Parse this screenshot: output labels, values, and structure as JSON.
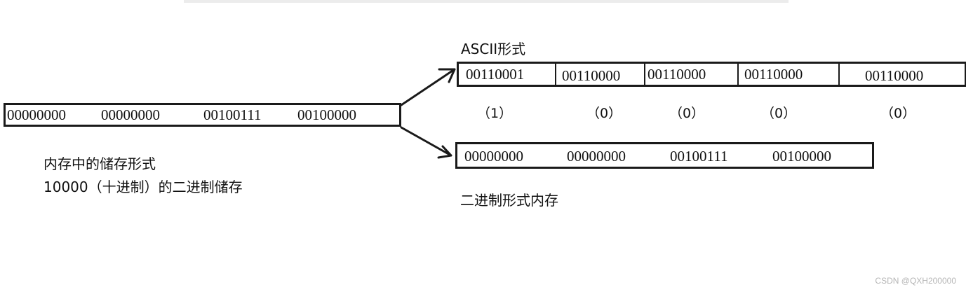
{
  "left_memory": {
    "bytes": [
      "00000000",
      "00000000",
      "00100111",
      "00100000"
    ],
    "caption_line1": "内存中的储存形式",
    "caption_line2": "10000（十进制）的二进制储存"
  },
  "ascii_form": {
    "title": "ASCII形式",
    "bytes": [
      "00110001",
      "00110000",
      "00110000",
      "00110000",
      "00110000"
    ],
    "chars": [
      "（1）",
      "（0）",
      "（0）",
      "（0）",
      "（0）"
    ]
  },
  "binary_form": {
    "bytes": [
      "00000000",
      "00000000",
      "00100111",
      "00100000"
    ],
    "caption": "二进制形式内存"
  },
  "watermark": "CSDN @QXH200000"
}
